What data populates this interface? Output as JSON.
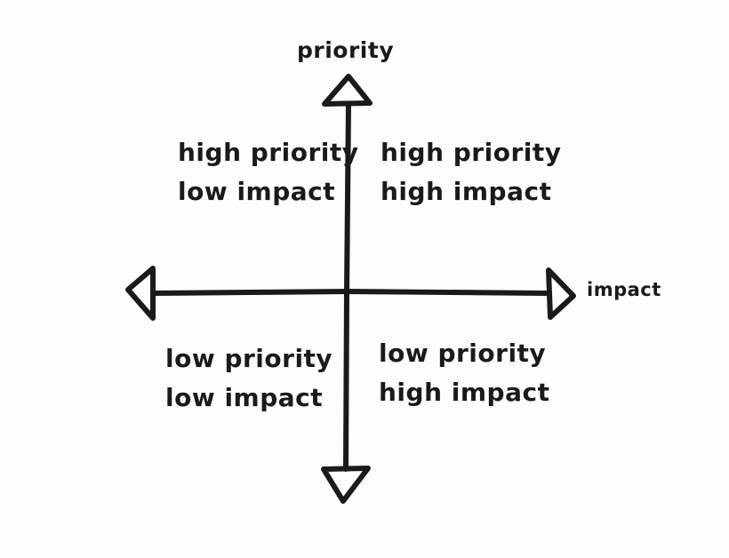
{
  "diagram": {
    "type": "quadrant-matrix",
    "style": "hand-drawn marker on white paper",
    "colors": {
      "background": "#fdfdfd",
      "ink": "#1a1a1a"
    },
    "axes": {
      "vertical": {
        "label": "priority",
        "direction": "up = high, down = low",
        "arrowheads": [
          "top",
          "bottom"
        ]
      },
      "horizontal": {
        "label": "impact",
        "direction": "right = high, left = low",
        "arrowheads": [
          "left",
          "right"
        ]
      }
    },
    "quadrants": {
      "top_left": {
        "line1": "high priority",
        "line2": "low impact"
      },
      "top_right": {
        "line1": "high priority",
        "line2": "high impact"
      },
      "bottom_left": {
        "line1": "low priority",
        "line2": "low impact"
      },
      "bottom_right": {
        "line1": "low priority",
        "line2": "high impact"
      }
    }
  }
}
